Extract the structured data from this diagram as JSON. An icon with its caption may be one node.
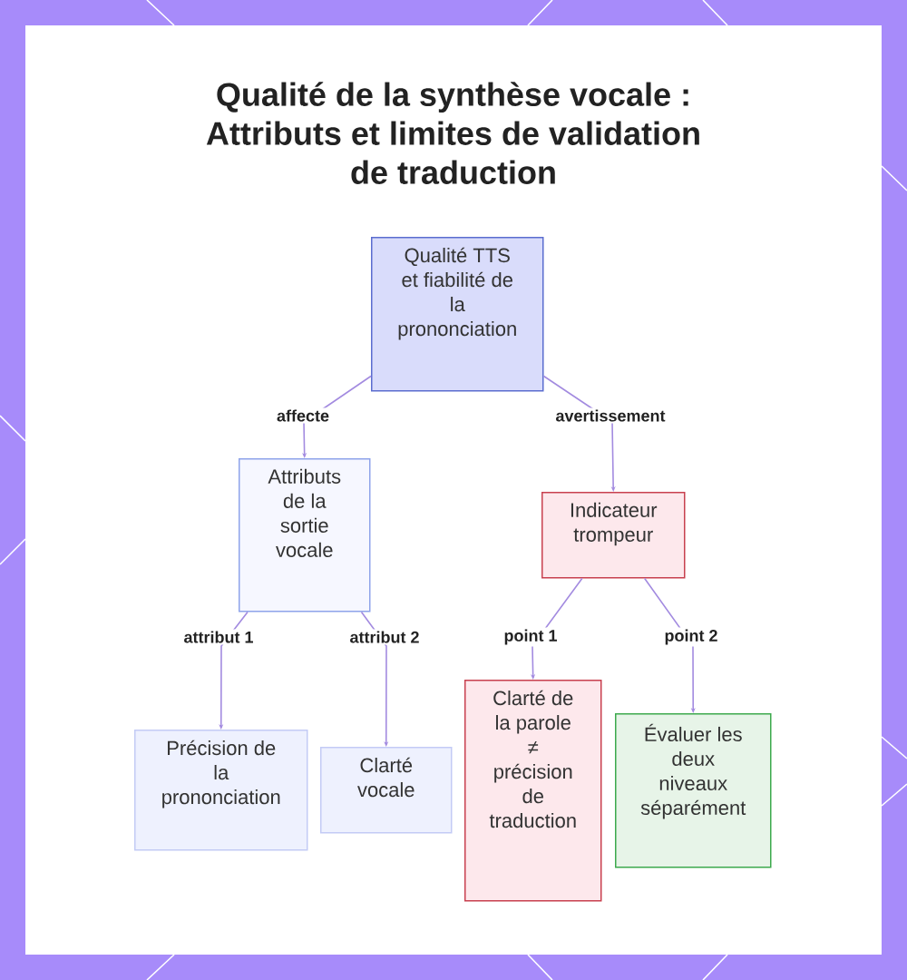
{
  "diagram": {
    "title": "Qualité de la synthèse vocale : Attributs et limites de validation de traduction",
    "nodes": [
      {
        "text": [
          "Qualité TTS et fiabilité de la prononciation"
        ]
      },
      {
        "text": [
          "Attributs de la sortie vocale"
        ]
      },
      {
        "text": [
          "Indicateur trompeur"
        ]
      },
      {
        "text": [
          "Précision de la prononciation"
        ]
      },
      {
        "text": [
          "Clarté vocale"
        ]
      },
      {
        "text": [
          "Clarté de la parole ≠ précision de traduction"
        ]
      },
      {
        "text": [
          "Évaluer les deux niveaux séparément"
        ]
      }
    ],
    "edges": [
      {
        "from": 0,
        "to": 1,
        "arrow": "to",
        "label": "affecte"
      },
      {
        "from": 0,
        "to": 2,
        "arrow": "to",
        "label": "avertissement"
      },
      {
        "from": 1,
        "to": 3,
        "arrow": "to",
        "label": "attribut 1"
      },
      {
        "from": 1,
        "to": 4,
        "arrow": "to",
        "label": "attribut 2"
      },
      {
        "from": 2,
        "to": 5,
        "arrow": "to",
        "label": "point 1"
      },
      {
        "from": 2,
        "to": 6,
        "arrow": "to",
        "label": "point 2"
      }
    ]
  }
}
